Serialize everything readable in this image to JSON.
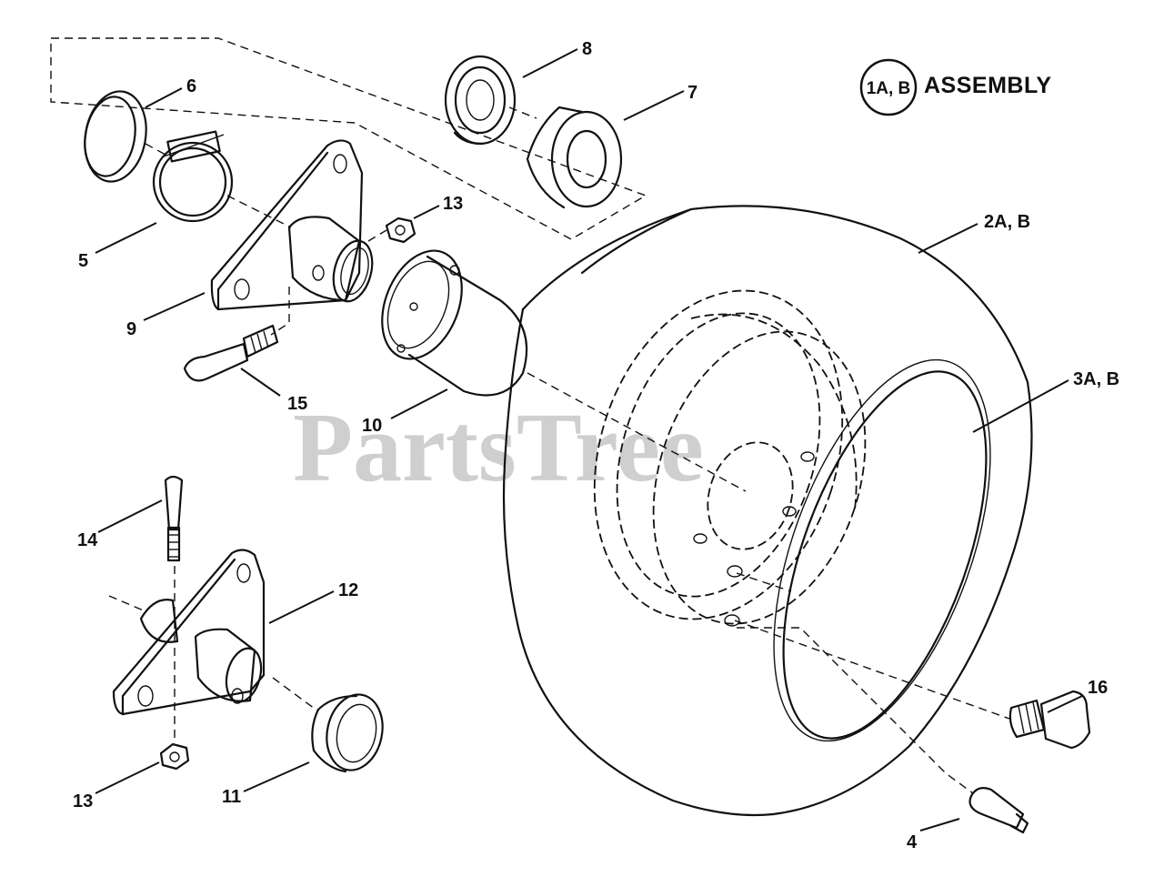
{
  "watermark": "PartsTree",
  "assembly": {
    "circle_text": "1A, B",
    "label": "ASSEMBLY"
  },
  "callouts": {
    "c2": "2A, B",
    "c3": "3A, B",
    "c4": "4",
    "c5": "5",
    "c6": "6",
    "c7": "7",
    "c8": "8",
    "c9": "9",
    "c10": "10",
    "c11": "11",
    "c12": "12",
    "c13_top": "13",
    "c13_bottom": "13",
    "c14": "14",
    "c15": "15",
    "c16": "16"
  }
}
